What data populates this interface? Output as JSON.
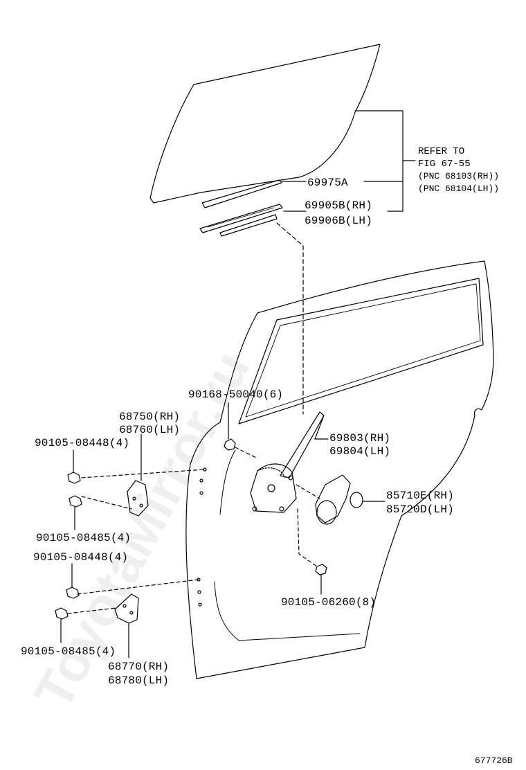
{
  "watermark": "ToyotaMirror.ru",
  "figure_id": "677726B",
  "refer_note": {
    "line1": "REFER TO",
    "line2": "FIG 67-55",
    "line3": "(PNC 68103(RH))",
    "line4": "(PNC 68104(LH))"
  },
  "labels": {
    "p69975A": "69975A",
    "p69905B": "69905B(RH)",
    "p69906B": "69906B(LH)",
    "p90168": "90168-50040(6)",
    "p68750": "68750(RH)",
    "p68760": "68760(LH)",
    "p69803": "69803(RH)",
    "p69804": "69804(LH)",
    "p90105_08448_a": "90105-08448(4)",
    "p90105_08485_a": "90105-08485(4)",
    "p85710E": "85710E(RH)",
    "p85720D": "85720D(LH)",
    "p90105_08448_b": "90105-08448(4)",
    "p90105_06260": "90105-06260(8)",
    "p90105_08485_b": "90105-08485(4)",
    "p68770": "68770(RH)",
    "p68780": "68780(LH)"
  }
}
